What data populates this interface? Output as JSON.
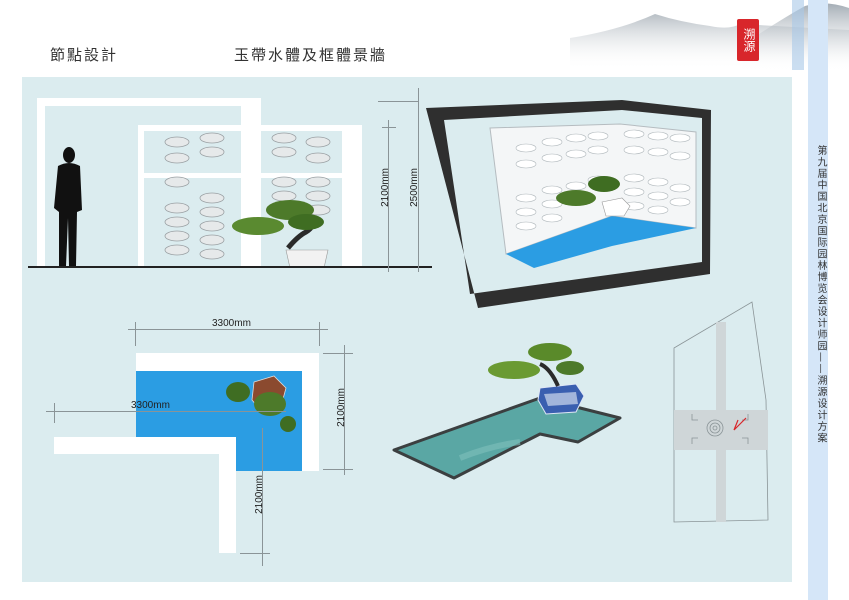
{
  "header": {
    "section_label": "節點設計",
    "title": "玉帶水體及框體景牆",
    "seal_text": "溯源"
  },
  "sidebar": {
    "vertical_title": "第九届中国北京国际园林博览会设计师园——溯源设计方案"
  },
  "elevation_view": {
    "dim_inner_height": "2100mm",
    "dim_outer_height": "2500mm"
  },
  "perspective_view": {
    "caption": ""
  },
  "plan_view": {
    "dim_top_width": "3300mm",
    "dim_inner_width": "3300mm",
    "dim_right_height": "2100mm",
    "dim_lower_height": "2100mm"
  },
  "site_plan": {
    "marker": "V"
  },
  "colors": {
    "panel_bg": "#dbecef",
    "water_blue": "#2b9de3",
    "frame_dark": "#2f2f2f",
    "pool_teal": "#5aa7a4",
    "seal_red": "#d8262b",
    "side_strip": "#d5e6f8"
  }
}
